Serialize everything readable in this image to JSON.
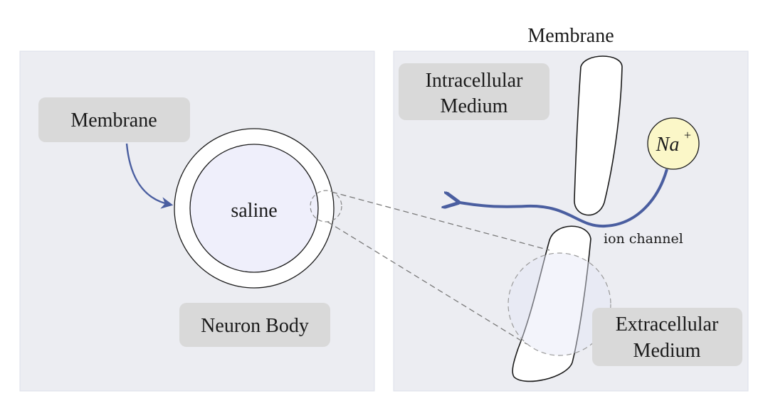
{
  "left_panel": {
    "membrane_label": "Membrane",
    "center_label": "saline",
    "neuron_label": "Neuron Body"
  },
  "right_panel": {
    "membrane_title": "Membrane",
    "intracellular_line1": "Intracellular",
    "intracellular_line2": "Medium",
    "extracellular_line1": "Extracellular",
    "extracellular_line2": "Medium",
    "ion_base": "Na",
    "ion_charge": "+",
    "channel_label": "ion channel"
  },
  "colors": {
    "panel_bg": "#ecedf2",
    "panel_border": "#dde0ea",
    "label_box": "#d9d9d9",
    "arrow_blue": "#4a5ea0",
    "ion_fill": "#fbf7c8",
    "saline_fill": "#efeffb"
  }
}
